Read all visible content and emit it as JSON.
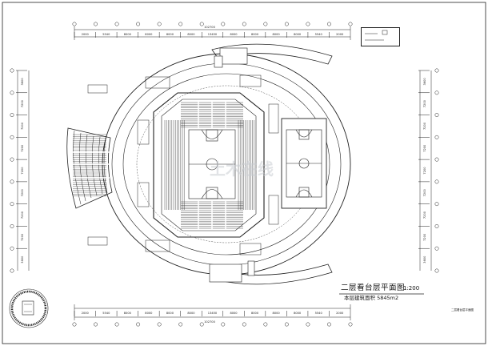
{
  "drawing": {
    "title": "二层看台层平面图",
    "scale": "1:200",
    "area_label": "本层建筑面积 5845m2",
    "corner_note": "二层看台层平面图"
  },
  "dimensions_top": [
    "2000",
    "5540",
    "8000",
    "8000",
    "8000",
    "8000",
    "13450",
    "8000",
    "8000",
    "8000",
    "8000",
    "5540",
    "2000"
  ],
  "dimensions_bottom": [
    "2000",
    "5540",
    "8000",
    "8000",
    "8000",
    "8000",
    "13450",
    "8000",
    "8000",
    "8000",
    "8000",
    "5540",
    "2000"
  ],
  "overall_dimension": "102700",
  "dimensions_left": [
    "3600",
    "7200",
    "7200",
    "7200",
    "7200",
    "7200",
    "7200",
    "7200",
    "3600"
  ],
  "dimensions_right": [
    "3600",
    "7200",
    "7200",
    "7200",
    "7200",
    "7200",
    "7200",
    "7200",
    "3600"
  ],
  "watermark": "土木在线",
  "colors": {
    "line": "#1a1a1a",
    "hatch": "#333333",
    "paper": "#ffffff"
  }
}
